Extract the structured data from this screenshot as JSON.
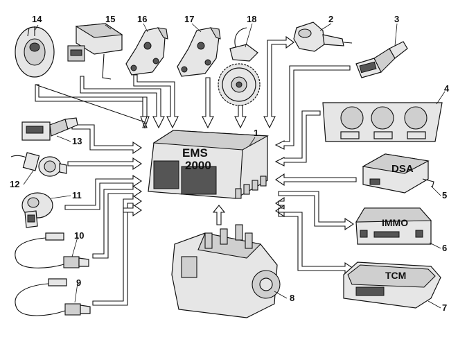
{
  "callouts": {
    "c1": "1",
    "c2": "2",
    "c3": "3",
    "c4": "4",
    "c5": "5",
    "c6": "6",
    "c7": "7",
    "c8": "8",
    "c9": "9",
    "c10": "10",
    "c11": "11",
    "c12": "12",
    "c13": "13",
    "c14": "14",
    "c15": "15",
    "c16": "16",
    "c17": "17",
    "c18": "18"
  },
  "modules": {
    "ems_line1": "EMS",
    "ems_line2": "2000",
    "dsa": "DSA",
    "immo": "IMMO",
    "tcm": "TCM"
  }
}
